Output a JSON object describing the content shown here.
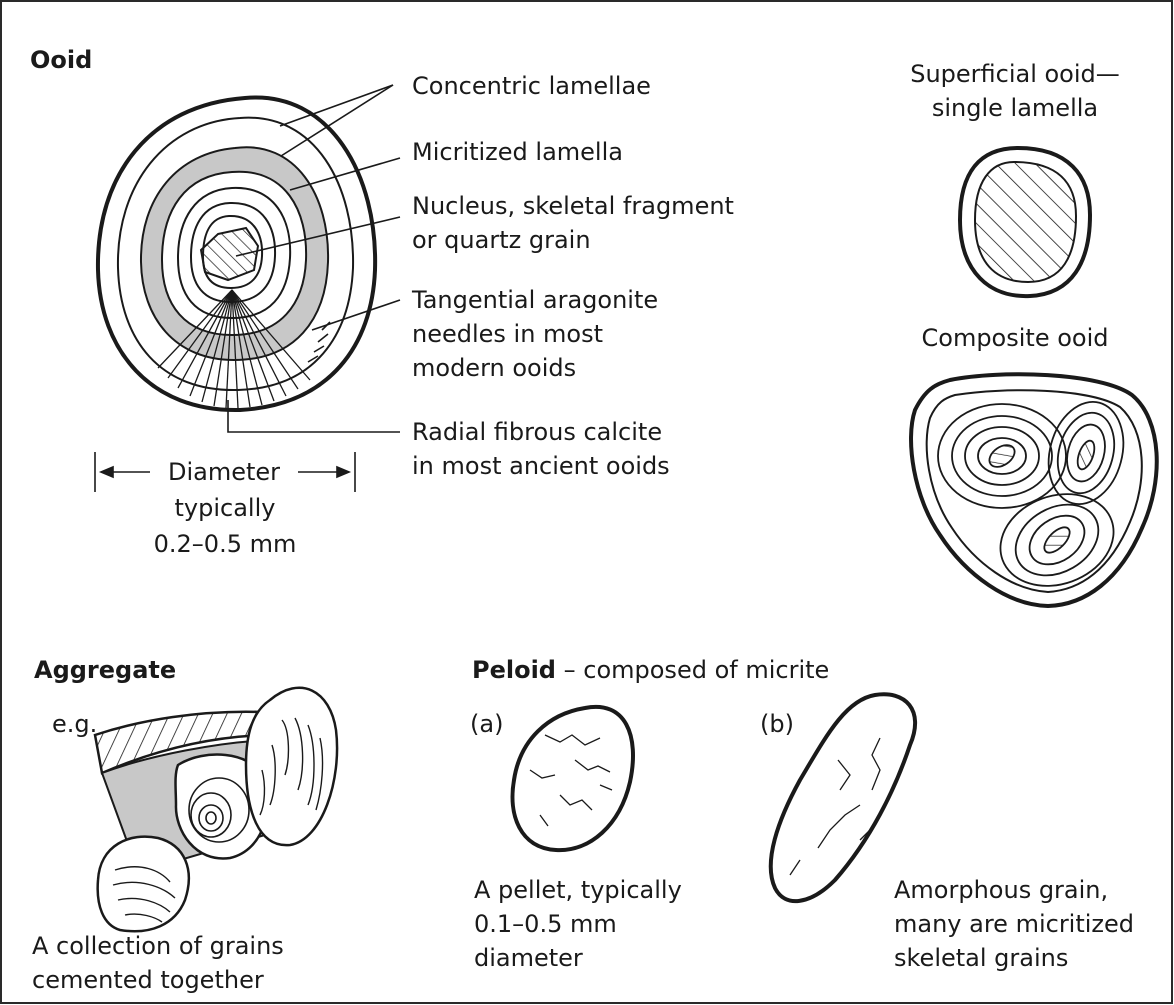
{
  "ooid": {
    "heading": "Ooid",
    "labels": {
      "concentric_lamellae": "Concentric lamellae",
      "micritized_lamella": "Micritized lamella",
      "nucleus_line1": "Nucleus, skeletal fragment",
      "nucleus_line2": "or quartz grain",
      "tangential_line1": "Tangential aragonite",
      "tangential_line2": "needles in most",
      "tangential_line3": "modern ooids",
      "radial_line1": "Radial fibrous calcite",
      "radial_line2": "in most ancient ooids"
    },
    "diameter": {
      "line1": "Diameter",
      "line2": "typically",
      "line3": "0.2–0.5 mm"
    }
  },
  "superficial_ooid": {
    "line1": "Superficial ooid—",
    "line2": "single lamella"
  },
  "composite_ooid": {
    "label": "Composite ooid"
  },
  "aggregate": {
    "heading": "Aggregate",
    "example": "e.g.",
    "caption_line1": "A collection of grains",
    "caption_line2": "cemented together"
  },
  "peloid": {
    "heading": "Peloid",
    "subheading": " – composed of micrite",
    "a": {
      "marker": "(a)",
      "line1": "A pellet, typically",
      "line2": "0.1–0.5 mm",
      "line3": "diameter"
    },
    "b": {
      "marker": "(b)",
      "line1": "Amorphous grain,",
      "line2": "many are micritized",
      "line3": "skeletal grains"
    }
  },
  "colors": {
    "ink": "#1a1a1a",
    "micrite_fill": "#c8c8c8"
  }
}
